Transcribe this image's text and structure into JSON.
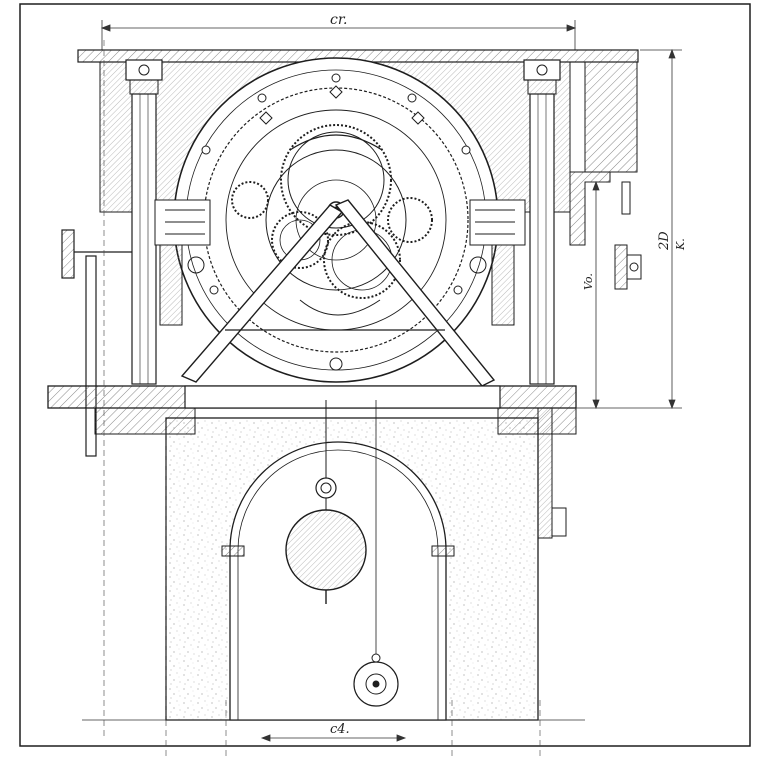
{
  "drawing": {
    "title": "",
    "dimensions": {
      "top_width": "cr.",
      "bottom_width": "c4.",
      "right_height": "2D",
      "right_height_sub": "K.",
      "inner_height": "Vo."
    }
  },
  "colors": {
    "ink": "#1e1e1e",
    "paper": "#ffffff",
    "stipple": "#9a9a9a"
  }
}
